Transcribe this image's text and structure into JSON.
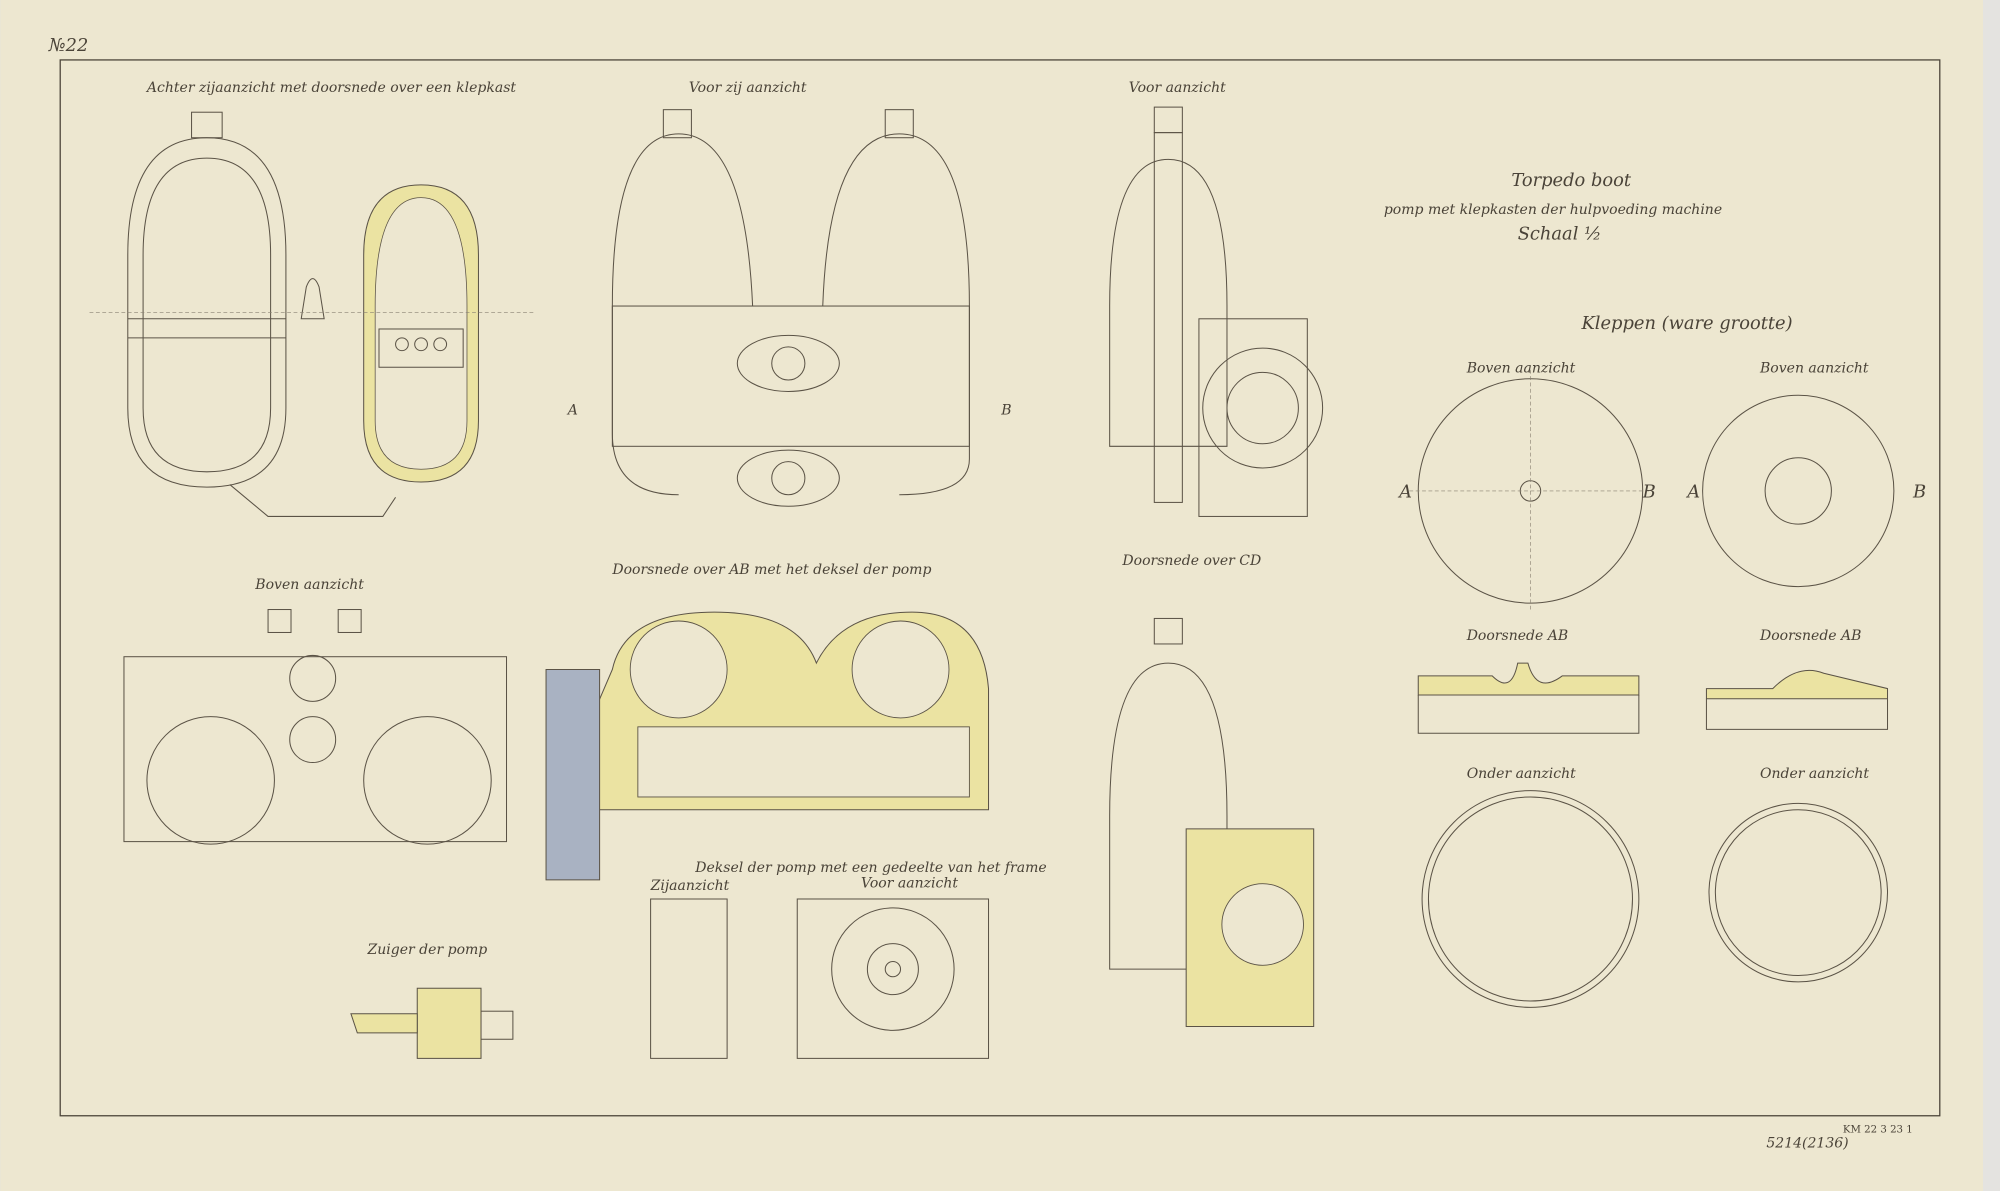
{
  "sheet": {
    "number": "№22",
    "title_lines": [
      "Torpedo boot",
      "pomp met klepkasten der hulpvoeding machine",
      "Schaal ½"
    ],
    "archive_marks": [
      "5214(2136)",
      "KM 22 3 23 1"
    ]
  },
  "views": {
    "rear_side_section": "Achter zijaanzicht met doorsnede over een klepkast",
    "front_side": "Voor zij aanzicht",
    "front": "Voor aanzicht",
    "top": "Boven aanzicht",
    "section_ab_cover": "Doorsnede over AB met het deksel der pomp",
    "section_cd": "Doorsnede over CD",
    "cover_with_frame": "Deksel der pomp met een gedeelte van het frame",
    "cover_side": "Zijaanzicht",
    "cover_front": "Voor aanzicht",
    "piston": "Zuiger der pomp"
  },
  "valves": {
    "heading": "Kleppen (ware grootte)",
    "top_view": "Boven aanzicht",
    "section": "Doorsnede AB",
    "bottom_view": "Onder aanzicht",
    "marker_a": "A",
    "marker_b": "B"
  },
  "colors": {
    "paper": "#ede7d0",
    "ink": "#5b5346",
    "section_yellow": "#ebe3a2",
    "section_blue": "#a9b2c2"
  }
}
